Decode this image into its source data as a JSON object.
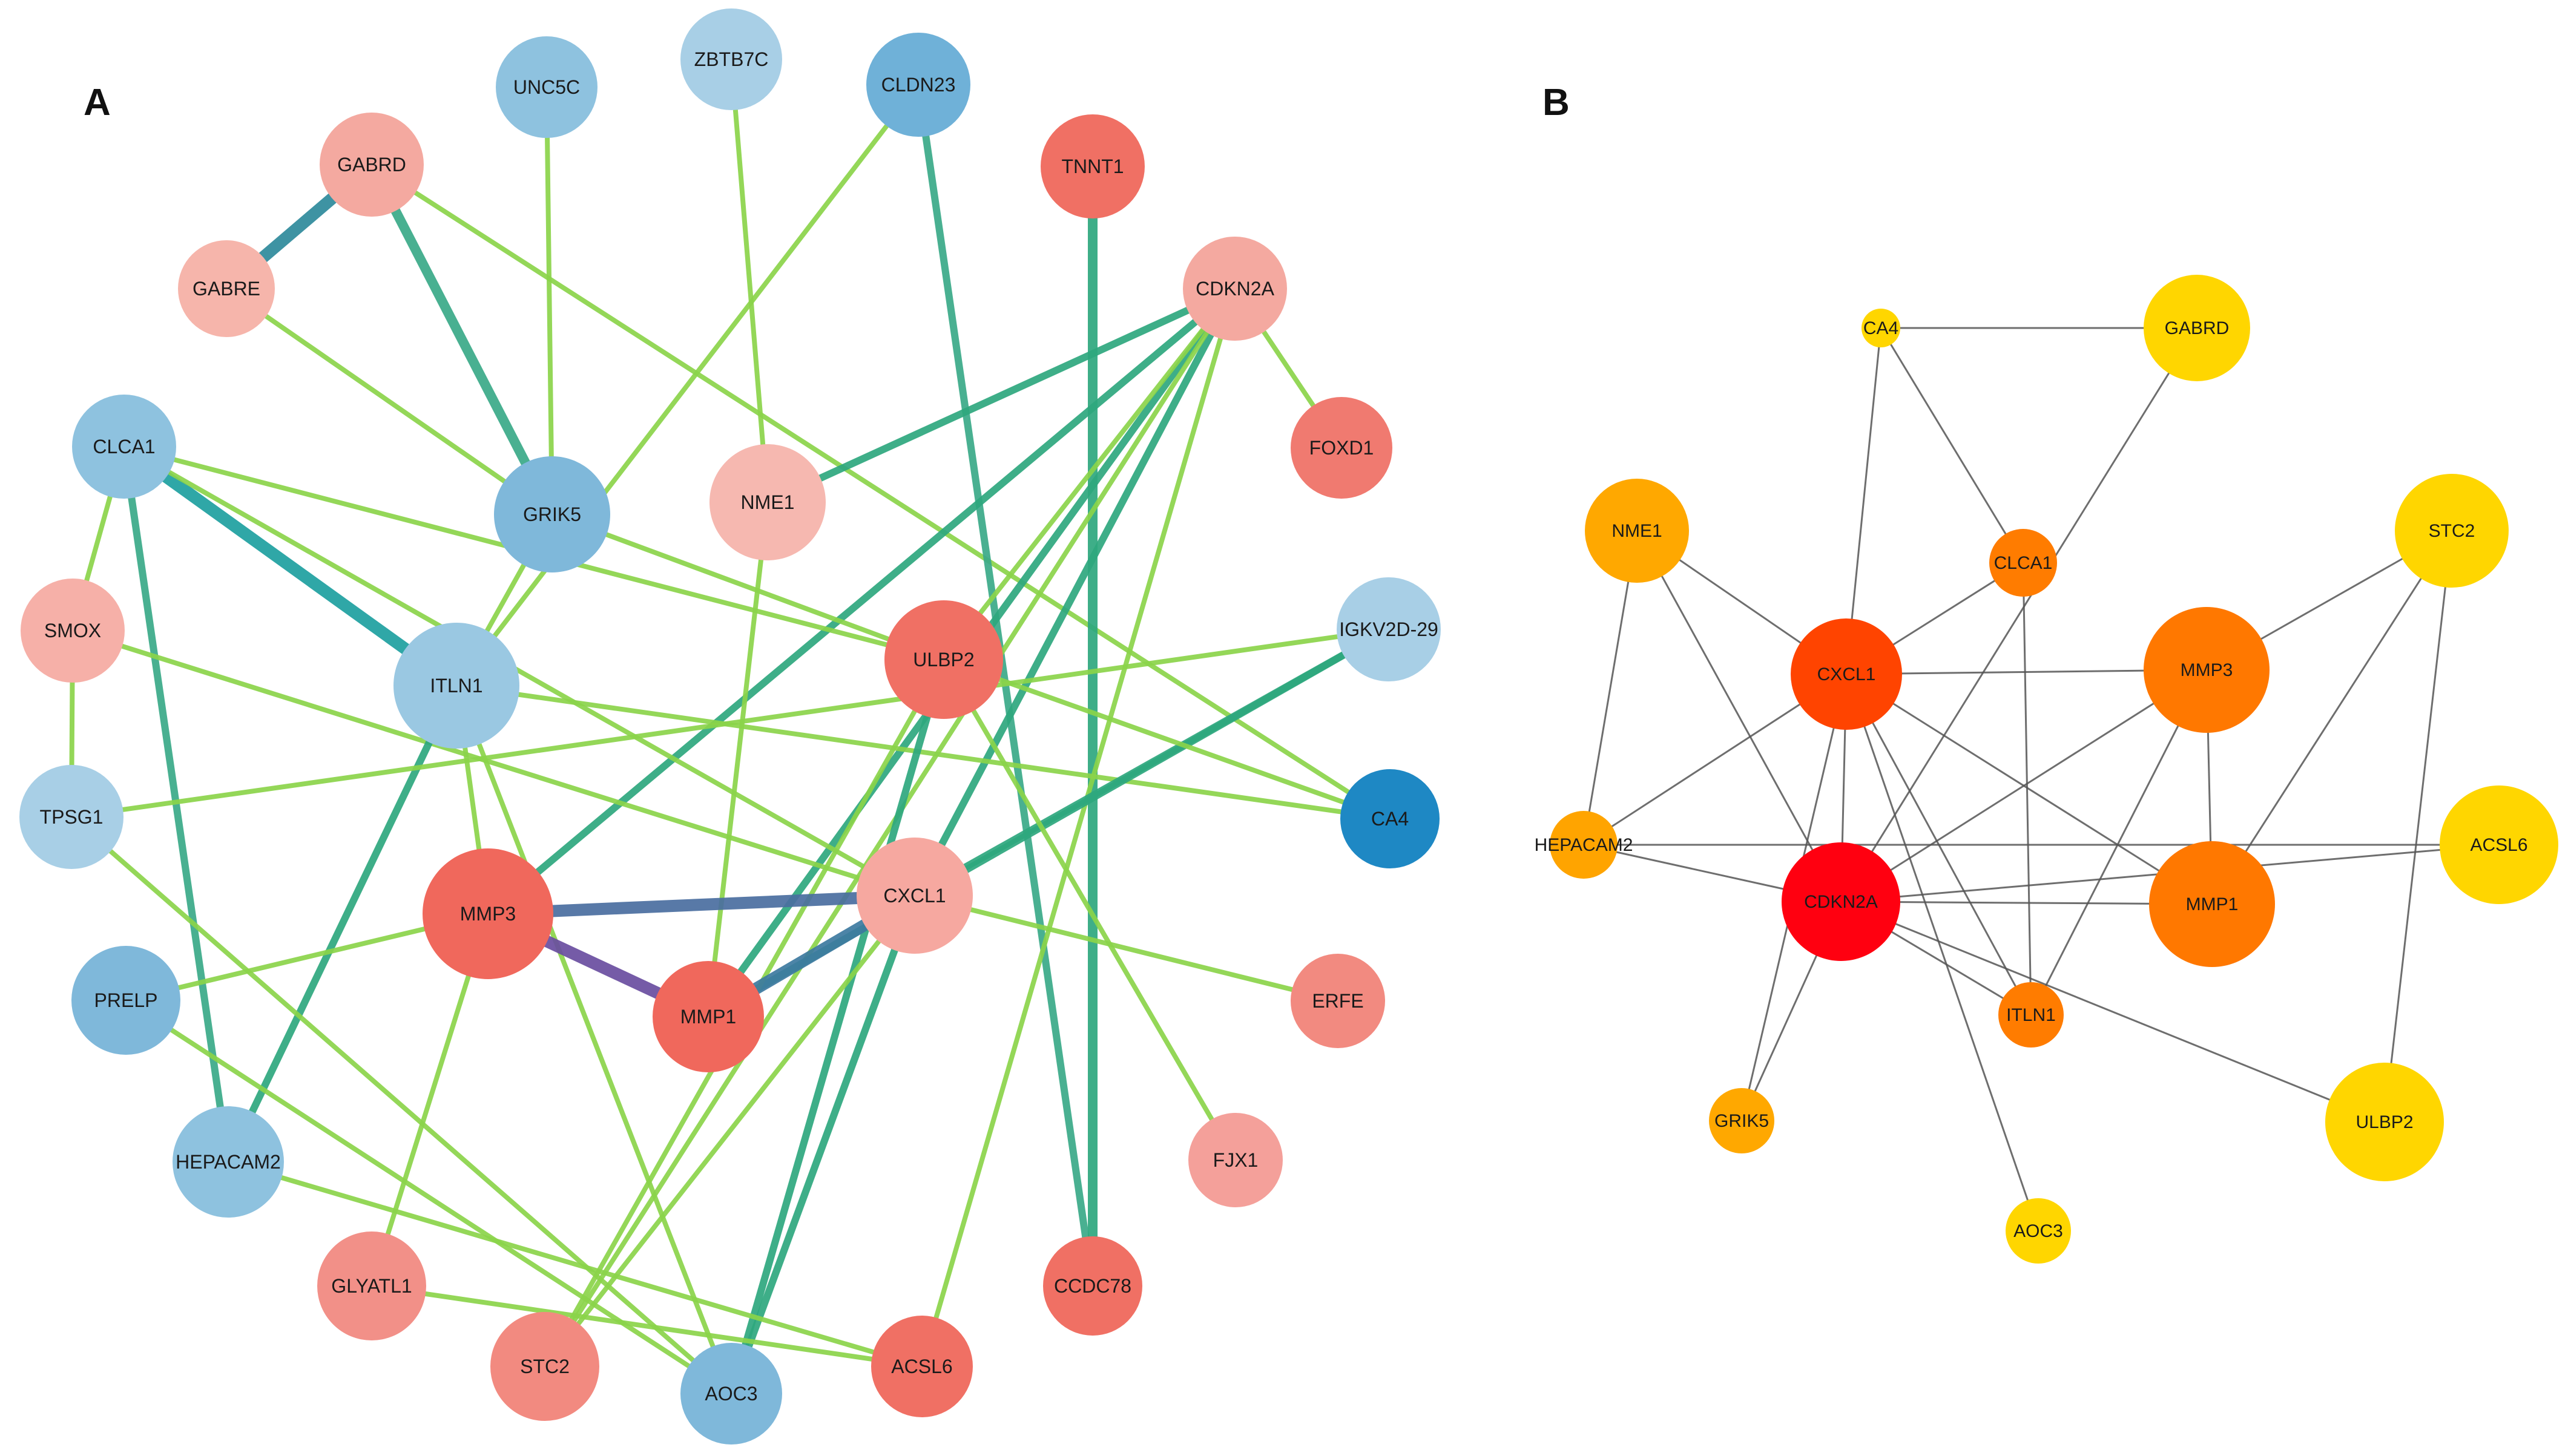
{
  "panel_a": {
    "letter": "A",
    "nodes": [
      {
        "id": "UNC5C",
        "color": "#8ec2df"
      },
      {
        "id": "ZBTB7C",
        "color": "#a8cfe6"
      },
      {
        "id": "CLDN23",
        "color": "#6fb1d8"
      },
      {
        "id": "TNNT1",
        "color": "#f07064"
      },
      {
        "id": "GABRD",
        "color": "#f4a9a0"
      },
      {
        "id": "GABRE",
        "color": "#f6b5ab"
      },
      {
        "id": "CDKN2A",
        "color": "#f4a9a0"
      },
      {
        "id": "CLCA1",
        "color": "#8ec2df"
      },
      {
        "id": "FOXD1",
        "color": "#f07a70"
      },
      {
        "id": "GRIK5",
        "color": "#7fb8da"
      },
      {
        "id": "NME1",
        "color": "#f6b8b0"
      },
      {
        "id": "SMOX",
        "color": "#f6b0a8"
      },
      {
        "id": "ULBP2",
        "color": "#f07064"
      },
      {
        "id": "IGKV2D-29",
        "color": "#a8cfe6"
      },
      {
        "id": "ITLN1",
        "color": "#9ac8e2"
      },
      {
        "id": "TPSG1",
        "color": "#a8cfe6"
      },
      {
        "id": "CA4",
        "color": "#1e88c4"
      },
      {
        "id": "MMP3",
        "color": "#f0685c"
      },
      {
        "id": "CXCL1",
        "color": "#f6a8a0"
      },
      {
        "id": "PRELP",
        "color": "#7fb8da"
      },
      {
        "id": "ERFE",
        "color": "#f28a80"
      },
      {
        "id": "MMP1",
        "color": "#f0685c"
      },
      {
        "id": "FJX1",
        "color": "#f4a09a"
      },
      {
        "id": "HEPACAM2",
        "color": "#8ec2df"
      },
      {
        "id": "GLYATL1",
        "color": "#f29088"
      },
      {
        "id": "CCDC78",
        "color": "#f07064"
      },
      {
        "id": "STC2",
        "color": "#f28a80"
      },
      {
        "id": "ACSL6",
        "color": "#f07064"
      },
      {
        "id": "AOC3",
        "color": "#7fb8da"
      }
    ],
    "edges": [
      {
        "source": "GABRD",
        "target": "GABRE",
        "color": "#2e8a9c",
        "weight": 5
      },
      {
        "source": "GABRD",
        "target": "GRIK5",
        "color": "#3aaa88",
        "weight": 4
      },
      {
        "source": "GABRD",
        "target": "CA4",
        "color": "#8bd44a",
        "weight": 2
      },
      {
        "source": "GABRE",
        "target": "GRIK5",
        "color": "#8bd44a",
        "weight": 2
      },
      {
        "source": "UNC5C",
        "target": "GRIK5",
        "color": "#8bd44a",
        "weight": 2
      },
      {
        "source": "ZBTB7C",
        "target": "NME1",
        "color": "#8bd44a",
        "weight": 2
      },
      {
        "source": "CLDN23",
        "target": "ITLN1",
        "color": "#8bd44a",
        "weight": 2
      },
      {
        "source": "CLDN23",
        "target": "CCDC78",
        "color": "#3aaa88",
        "weight": 3
      },
      {
        "source": "TNNT1",
        "target": "CCDC78",
        "color": "#2ea87e",
        "weight": 4
      },
      {
        "source": "CDKN2A",
        "target": "FOXD1",
        "color": "#8bd44a",
        "weight": 2
      },
      {
        "source": "CDKN2A",
        "target": "NME1",
        "color": "#2ea87e",
        "weight": 3
      },
      {
        "source": "CDKN2A",
        "target": "MMP3",
        "color": "#2ea87e",
        "weight": 3
      },
      {
        "source": "CDKN2A",
        "target": "MMP1",
        "color": "#2ea87e",
        "weight": 3
      },
      {
        "source": "CDKN2A",
        "target": "CXCL1",
        "color": "#2ea87e",
        "weight": 3
      },
      {
        "source": "CDKN2A",
        "target": "STC2",
        "color": "#8bd44a",
        "weight": 2
      },
      {
        "source": "CDKN2A",
        "target": "ACSL6",
        "color": "#8bd44a",
        "weight": 2
      },
      {
        "source": "CDKN2A",
        "target": "ULBP2",
        "color": "#8bd44a",
        "weight": 2
      },
      {
        "source": "CLCA1",
        "target": "ITLN1",
        "color": "#1ea0a0",
        "weight": 5
      },
      {
        "source": "CLCA1",
        "target": "HEPACAM2",
        "color": "#3aaa88",
        "weight": 3
      },
      {
        "source": "CLCA1",
        "target": "SMOX",
        "color": "#8bd44a",
        "weight": 2
      },
      {
        "source": "CLCA1",
        "target": "ULBP2",
        "color": "#8bd44a",
        "weight": 2
      },
      {
        "source": "CLCA1",
        "target": "CXCL1",
        "color": "#8bd44a",
        "weight": 2
      },
      {
        "source": "GRIK5",
        "target": "ULBP2",
        "color": "#8bd44a",
        "weight": 2
      },
      {
        "source": "GRIK5",
        "target": "ITLN1",
        "color": "#8bd44a",
        "weight": 2
      },
      {
        "source": "NME1",
        "target": "MMP1",
        "color": "#8bd44a",
        "weight": 2
      },
      {
        "source": "SMOX",
        "target": "TPSG1",
        "color": "#8bd44a",
        "weight": 2
      },
      {
        "source": "SMOX",
        "target": "CXCL1",
        "color": "#8bd44a",
        "weight": 2
      },
      {
        "source": "ITLN1",
        "target": "HEPACAM2",
        "color": "#2ea87e",
        "weight": 3
      },
      {
        "source": "ITLN1",
        "target": "MMP3",
        "color": "#8bd44a",
        "weight": 2
      },
      {
        "source": "ITLN1",
        "target": "CA4",
        "color": "#8bd44a",
        "weight": 2
      },
      {
        "source": "ITLN1",
        "target": "AOC3",
        "color": "#8bd44a",
        "weight": 2
      },
      {
        "source": "TPSG1",
        "target": "IGKV2D-29",
        "color": "#8bd44a",
        "weight": 2
      },
      {
        "source": "IGKV2D-29",
        "target": "MMP1",
        "color": "#2ea87e",
        "weight": 3
      },
      {
        "source": "IGKV2D-29",
        "target": "CXCL1",
        "color": "#2ea87e",
        "weight": 3
      },
      {
        "source": "ULBP2",
        "target": "CA4",
        "color": "#8bd44a",
        "weight": 2
      },
      {
        "source": "ULBP2",
        "target": "FJX1",
        "color": "#8bd44a",
        "weight": 2
      },
      {
        "source": "ULBP2",
        "target": "AOC3",
        "color": "#2ea87e",
        "weight": 3
      },
      {
        "source": "ULBP2",
        "target": "STC2",
        "color": "#8bd44a",
        "weight": 2
      },
      {
        "source": "MMP3",
        "target": "CXCL1",
        "color": "#4a6ea0",
        "weight": 5
      },
      {
        "source": "MMP3",
        "target": "MMP1",
        "color": "#6a4ea0",
        "weight": 5
      },
      {
        "source": "MMP1",
        "target": "CXCL1",
        "color": "#3d7aa0",
        "weight": 5
      },
      {
        "source": "MMP3",
        "target": "PRELP",
        "color": "#8bd44a",
        "weight": 2
      },
      {
        "source": "MMP3",
        "target": "GLYATL1",
        "color": "#8bd44a",
        "weight": 2
      },
      {
        "source": "CXCL1",
        "target": "ERFE",
        "color": "#8bd44a",
        "weight": 2
      },
      {
        "source": "CXCL1",
        "target": "AOC3",
        "color": "#2ea87e",
        "weight": 3
      },
      {
        "source": "CXCL1",
        "target": "STC2",
        "color": "#8bd44a",
        "weight": 2
      },
      {
        "source": "PRELP",
        "target": "AOC3",
        "color": "#8bd44a",
        "weight": 2
      },
      {
        "source": "HEPACAM2",
        "target": "ACSL6",
        "color": "#8bd44a",
        "weight": 2
      },
      {
        "source": "GLYATL1",
        "target": "ACSL6",
        "color": "#8bd44a",
        "weight": 2
      },
      {
        "source": "TPSG1",
        "target": "AOC3",
        "color": "#8bd44a",
        "weight": 2
      }
    ]
  },
  "panel_b": {
    "letter": "B",
    "nodes": [
      {
        "id": "CA4",
        "color": "#ffd600"
      },
      {
        "id": "GABRD",
        "color": "#ffd600"
      },
      {
        "id": "NME1",
        "color": "#ffa800"
      },
      {
        "id": "CLCA1",
        "color": "#ff7c00"
      },
      {
        "id": "STC2",
        "color": "#ffd600"
      },
      {
        "id": "CXCL1",
        "color": "#ff4400"
      },
      {
        "id": "MMP3",
        "color": "#ff7800"
      },
      {
        "id": "HEPACAM2",
        "color": "#ffa400"
      },
      {
        "id": "ACSL6",
        "color": "#ffd600"
      },
      {
        "id": "CDKN2A",
        "color": "#ff0010"
      },
      {
        "id": "MMP1",
        "color": "#ff7800"
      },
      {
        "id": "ITLN1",
        "color": "#ff7c00"
      },
      {
        "id": "GRIK5",
        "color": "#ffa800"
      },
      {
        "id": "ULBP2",
        "color": "#ffd600"
      },
      {
        "id": "AOC3",
        "color": "#ffd600"
      }
    ],
    "edges": [
      {
        "source": "CA4",
        "target": "GABRD"
      },
      {
        "source": "CA4",
        "target": "CLCA1"
      },
      {
        "source": "CA4",
        "target": "CXCL1"
      },
      {
        "source": "GABRD",
        "target": "CDKN2A"
      },
      {
        "source": "NME1",
        "target": "HEPACAM2"
      },
      {
        "source": "NME1",
        "target": "CXCL1"
      },
      {
        "source": "NME1",
        "target": "CDKN2A"
      },
      {
        "source": "CLCA1",
        "target": "CXCL1"
      },
      {
        "source": "CLCA1",
        "target": "ITLN1"
      },
      {
        "source": "CXCL1",
        "target": "MMP3"
      },
      {
        "source": "CXCL1",
        "target": "MMP1"
      },
      {
        "source": "CXCL1",
        "target": "CDKN2A"
      },
      {
        "source": "CXCL1",
        "target": "GRIK5"
      },
      {
        "source": "CXCL1",
        "target": "ITLN1"
      },
      {
        "source": "CXCL1",
        "target": "AOC3"
      },
      {
        "source": "CXCL1",
        "target": "HEPACAM2"
      },
      {
        "source": "MMP3",
        "target": "STC2"
      },
      {
        "source": "MMP3",
        "target": "MMP1"
      },
      {
        "source": "MMP3",
        "target": "CDKN2A"
      },
      {
        "source": "MMP3",
        "target": "ITLN1"
      },
      {
        "source": "STC2",
        "target": "MMP1"
      },
      {
        "source": "STC2",
        "target": "ULBP2"
      },
      {
        "source": "HEPACAM2",
        "target": "ACSL6"
      },
      {
        "source": "HEPACAM2",
        "target": "CDKN2A"
      },
      {
        "source": "CDKN2A",
        "target": "MMP1"
      },
      {
        "source": "CDKN2A",
        "target": "ACSL6"
      },
      {
        "source": "CDKN2A",
        "target": "ITLN1"
      },
      {
        "source": "CDKN2A",
        "target": "GRIK5"
      },
      {
        "source": "CDKN2A",
        "target": "ULBP2"
      }
    ]
  }
}
